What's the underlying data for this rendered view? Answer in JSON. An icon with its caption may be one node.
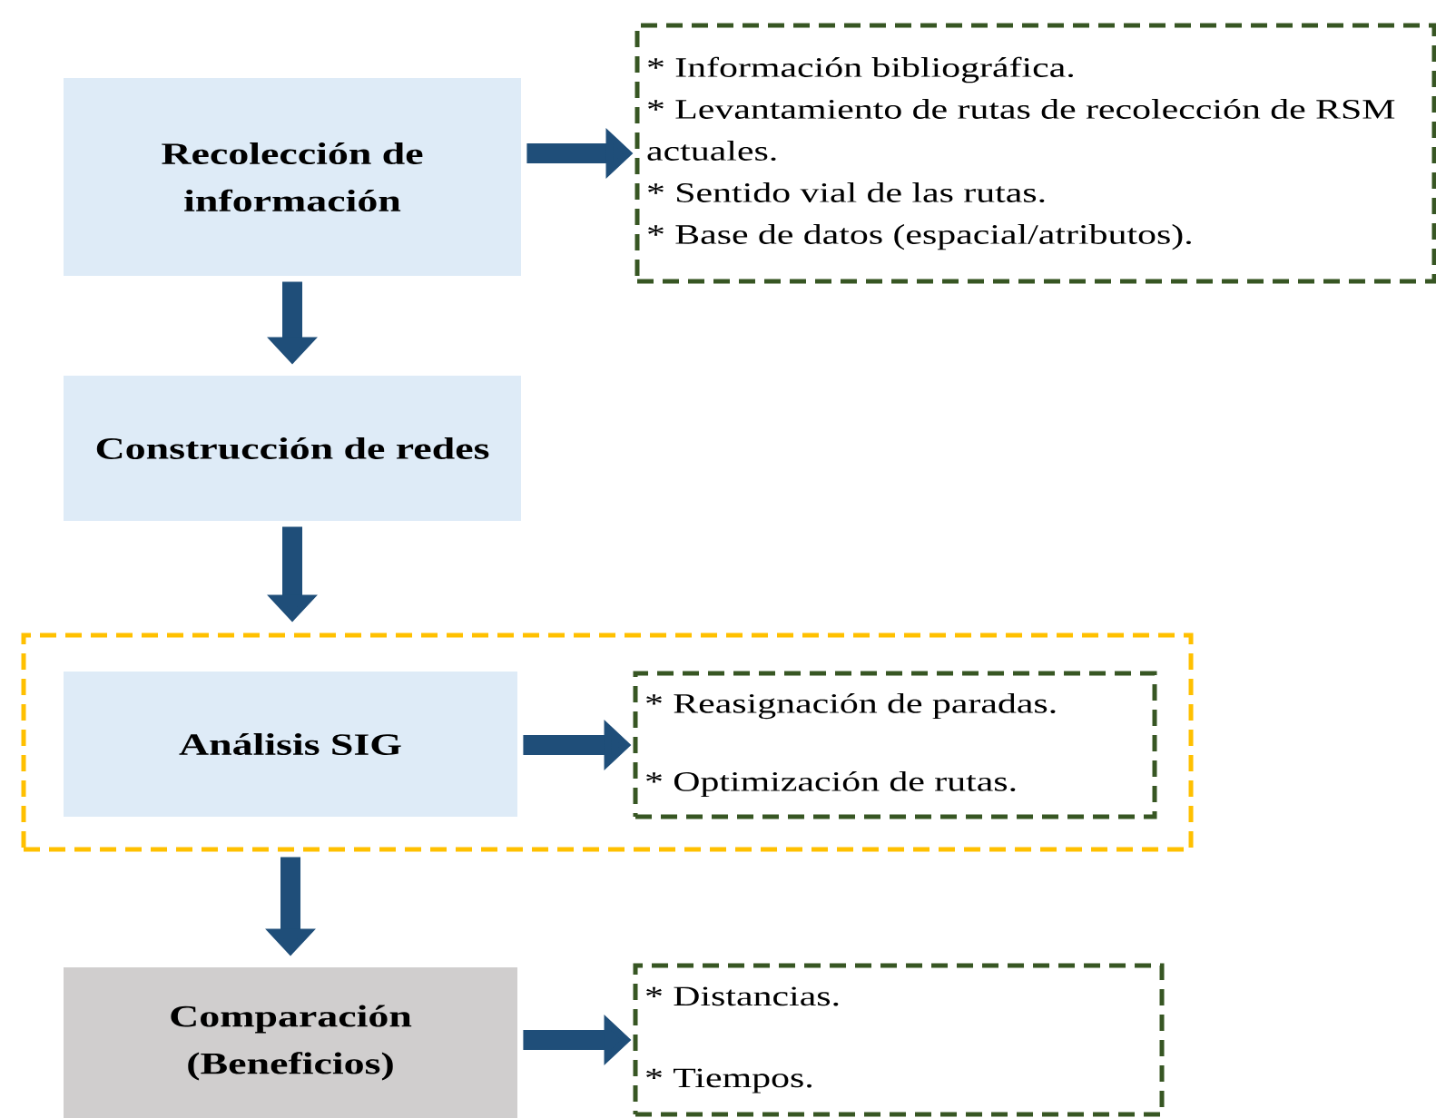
{
  "diagram": {
    "nodes": [
      {
        "text": [
          "Recolección de información"
        ]
      },
      {
        "text": [
          "* Información bibliográfica.",
          "* Levantamiento de rutas de recolección de RSM actuales.",
          "* Sentido vial de las rutas.",
          "* Base de datos (espacial/atributos)."
        ]
      },
      {
        "text": [
          "Construcción de redes"
        ]
      },
      {
        "text": [],
        "shape": "box"
      },
      {
        "text": [
          "Análisis SIG"
        ],
        "in": 3
      },
      {
        "text": [
          "* Reasignación de paradas.",
          "* Optimización de rutas."
        ],
        "in": 3
      },
      {
        "text": [
          "Comparación (Beneficios)"
        ]
      },
      {
        "text": [
          "* Distancias.",
          "* Tiempos."
        ]
      }
    ],
    "edges": [
      {
        "from": 0,
        "to": 1,
        "arrow": "to"
      },
      {
        "from": 0,
        "to": 2,
        "arrow": "to"
      },
      {
        "from": 2,
        "to": 3,
        "arrow": "to"
      },
      {
        "from": 4,
        "to": 5,
        "arrow": "to"
      },
      {
        "from": 3,
        "to": 6,
        "arrow": "to"
      },
      {
        "from": 6,
        "to": 7,
        "arrow": "to"
      }
    ]
  }
}
